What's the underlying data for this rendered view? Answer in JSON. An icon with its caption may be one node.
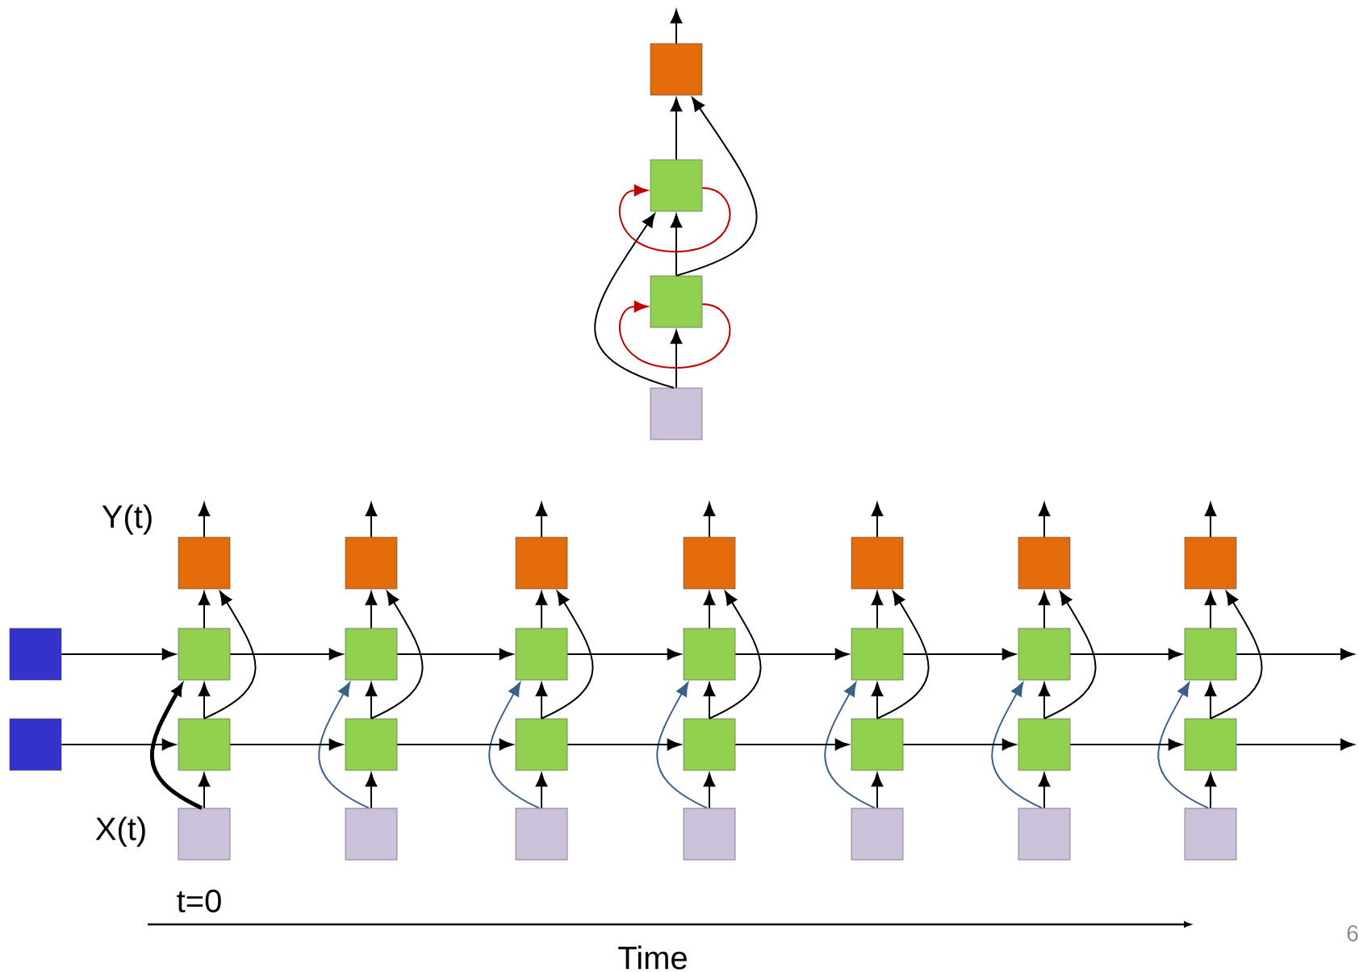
{
  "diagram": {
    "nodes": [
      {
        "text": [],
        "shape": "box"
      },
      {
        "text": [],
        "shape": "box"
      },
      {
        "text": [],
        "shape": "box"
      },
      {
        "text": [],
        "shape": "box"
      },
      {
        "text": [],
        "shape": "box"
      },
      {
        "text": [],
        "shape": "box"
      },
      {
        "text": [],
        "shape": "box"
      },
      {
        "text": [],
        "shape": "box"
      },
      {
        "text": [],
        "shape": "box"
      },
      {
        "text": [],
        "shape": "box"
      },
      {
        "text": [],
        "shape": "box"
      },
      {
        "text": [],
        "shape": "box"
      },
      {
        "text": [],
        "shape": "box"
      },
      {
        "text": [],
        "shape": "box"
      },
      {
        "text": [],
        "shape": "box"
      },
      {
        "text": [],
        "shape": "box"
      },
      {
        "text": [],
        "shape": "box"
      },
      {
        "text": [],
        "shape": "box"
      },
      {
        "text": [],
        "shape": "box"
      },
      {
        "text": [],
        "shape": "box"
      },
      {
        "text": [],
        "shape": "box"
      },
      {
        "text": [],
        "shape": "box"
      },
      {
        "text": [],
        "shape": "box"
      },
      {
        "text": [],
        "shape": "box"
      },
      {
        "text": [],
        "shape": "box"
      },
      {
        "text": [],
        "shape": "box"
      },
      {
        "text": [],
        "shape": "box"
      },
      {
        "text": [],
        "shape": "box"
      },
      {
        "text": [],
        "shape": "box"
      },
      {
        "text": [],
        "shape": "box"
      },
      {
        "text": [],
        "shape": "box"
      },
      {
        "text": [],
        "shape": "box"
      },
      {
        "text": [],
        "shape": "box"
      },
      {
        "text": [],
        "shape": "box"
      }
    ],
    "edges": [
      {
        "from": 0,
        "to": null,
        "arrow": "to"
      },
      {
        "from": 1,
        "to": 0,
        "arrow": "to"
      },
      {
        "from": 2,
        "to": 1,
        "arrow": "to"
      },
      {
        "from": 3,
        "to": 2,
        "arrow": "to"
      },
      {
        "from": 2,
        "to": 0,
        "arrow": "to"
      },
      {
        "from": 3,
        "to": 1,
        "arrow": "to"
      },
      {
        "from": 1,
        "to": 1,
        "arrow": "to",
        "color": "#c00000"
      },
      {
        "from": 2,
        "to": 2,
        "arrow": "to",
        "color": "#c00000"
      },
      {
        "from": 6,
        "to": null,
        "arrow": "to"
      },
      {
        "from": 7,
        "to": 6,
        "arrow": "to"
      },
      {
        "from": 8,
        "to": 7,
        "arrow": "to"
      },
      {
        "from": 9,
        "to": 8,
        "arrow": "to"
      },
      {
        "from": 8,
        "to": 6,
        "arrow": "to"
      },
      {
        "from": 9,
        "to": 7,
        "arrow": "to",
        "style": "thick"
      },
      {
        "from": 10,
        "to": null,
        "arrow": "to"
      },
      {
        "from": 11,
        "to": 10,
        "arrow": "to"
      },
      {
        "from": 12,
        "to": 11,
        "arrow": "to"
      },
      {
        "from": 13,
        "to": 12,
        "arrow": "to"
      },
      {
        "from": 12,
        "to": 10,
        "arrow": "to"
      },
      {
        "from": 13,
        "to": 11,
        "arrow": "to",
        "color": "#3a5f8a"
      },
      {
        "from": 14,
        "to": null,
        "arrow": "to"
      },
      {
        "from": 15,
        "to": 14,
        "arrow": "to"
      },
      {
        "from": 16,
        "to": 15,
        "arrow": "to"
      },
      {
        "from": 17,
        "to": 16,
        "arrow": "to"
      },
      {
        "from": 16,
        "to": 14,
        "arrow": "to"
      },
      {
        "from": 17,
        "to": 15,
        "arrow": "to",
        "color": "#3a5f8a"
      },
      {
        "from": 18,
        "to": null,
        "arrow": "to"
      },
      {
        "from": 19,
        "to": 18,
        "arrow": "to"
      },
      {
        "from": 20,
        "to": 19,
        "arrow": "to"
      },
      {
        "from": 21,
        "to": 20,
        "arrow": "to"
      },
      {
        "from": 20,
        "to": 18,
        "arrow": "to"
      },
      {
        "from": 21,
        "to": 19,
        "arrow": "to",
        "color": "#3a5f8a"
      },
      {
        "from": 22,
        "to": null,
        "arrow": "to"
      },
      {
        "from": 23,
        "to": 22,
        "arrow": "to"
      },
      {
        "from": 24,
        "to": 23,
        "arrow": "to"
      },
      {
        "from": 25,
        "to": 24,
        "arrow": "to"
      },
      {
        "from": 24,
        "to": 22,
        "arrow": "to"
      },
      {
        "from": 25,
        "to": 23,
        "arrow": "to",
        "color": "#3a5f8a"
      },
      {
        "from": 26,
        "to": null,
        "arrow": "to"
      },
      {
        "from": 27,
        "to": 26,
        "arrow": "to"
      },
      {
        "from": 28,
        "to": 27,
        "arrow": "to"
      },
      {
        "from": 29,
        "to": 28,
        "arrow": "to"
      },
      {
        "from": 28,
        "to": 26,
        "arrow": "to"
      },
      {
        "from": 29,
        "to": 27,
        "arrow": "to",
        "color": "#3a5f8a"
      },
      {
        "from": 30,
        "to": null,
        "arrow": "to"
      },
      {
        "from": 31,
        "to": 30,
        "arrow": "to"
      },
      {
        "from": 32,
        "to": 31,
        "arrow": "to"
      },
      {
        "from": 33,
        "to": 32,
        "arrow": "to"
      },
      {
        "from": 32,
        "to": 30,
        "arrow": "to"
      },
      {
        "from": 33,
        "to": 31,
        "arrow": "to",
        "color": "#3a5f8a"
      },
      {
        "from": 4,
        "to": 7,
        "arrow": "to"
      },
      {
        "from": 7,
        "to": 11,
        "arrow": "to"
      },
      {
        "from": 11,
        "to": 15,
        "arrow": "to"
      },
      {
        "from": 15,
        "to": 19,
        "arrow": "to"
      },
      {
        "from": 19,
        "to": 23,
        "arrow": "to"
      },
      {
        "from": 23,
        "to": 27,
        "arrow": "to"
      },
      {
        "from": 27,
        "to": 31,
        "arrow": "to"
      },
      {
        "from": 31,
        "to": null,
        "arrow": "to"
      },
      {
        "from": 5,
        "to": 8,
        "arrow": "to"
      },
      {
        "from": 8,
        "to": 12,
        "arrow": "to"
      },
      {
        "from": 12,
        "to": 16,
        "arrow": "to"
      },
      {
        "from": 16,
        "to": 20,
        "arrow": "to"
      },
      {
        "from": 20,
        "to": 24,
        "arrow": "to"
      },
      {
        "from": 24,
        "to": 28,
        "arrow": "to"
      },
      {
        "from": 28,
        "to": 32,
        "arrow": "to"
      },
      {
        "from": 32,
        "to": null,
        "arrow": "to"
      }
    ],
    "labels": [
      "Y(t)",
      "X(t)",
      "t=0",
      "Time",
      "6"
    ]
  }
}
